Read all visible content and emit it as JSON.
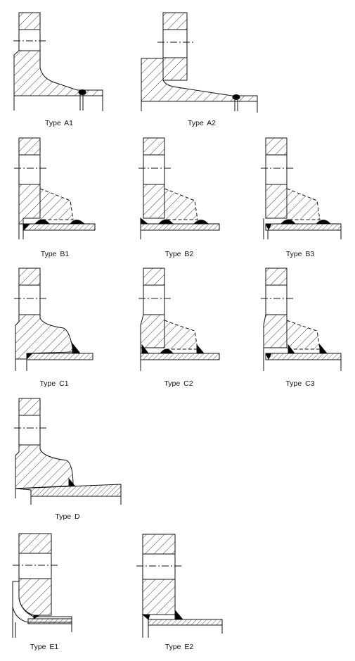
{
  "diagram": {
    "colors": {
      "line": "#111111",
      "hatch": "#111111",
      "weld": "#000000",
      "background": "#ffffff"
    },
    "figures": [
      {
        "id": "A1",
        "label": "Type  A1"
      },
      {
        "id": "A2",
        "label": "Type  A2"
      },
      {
        "id": "B1",
        "label": "Type  B1"
      },
      {
        "id": "B2",
        "label": "Type  B2"
      },
      {
        "id": "B3",
        "label": "Type  B3"
      },
      {
        "id": "C1",
        "label": "Type  C1"
      },
      {
        "id": "C2",
        "label": "Type  C2"
      },
      {
        "id": "C3",
        "label": "Type  C3"
      },
      {
        "id": "D",
        "label": "Type  D"
      },
      {
        "id": "E1",
        "label": "Type  E1"
      },
      {
        "id": "E2",
        "label": "Type  E2"
      }
    ]
  }
}
